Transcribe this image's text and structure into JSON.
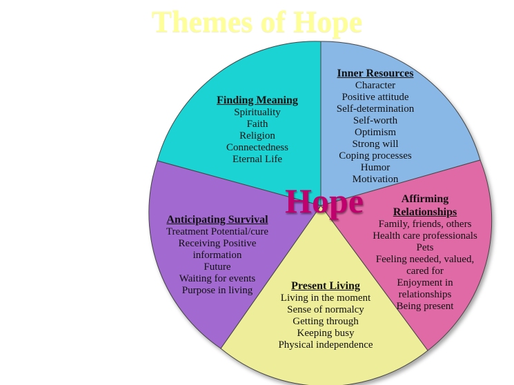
{
  "title": "Themes of Hope",
  "center_label": "Hope",
  "colors": {
    "finding_meaning": "#1fd3d3",
    "inner_resources": "#8ab8e6",
    "affirming_relationships": "#e06aa6",
    "present_living": "#eeee9a",
    "anticipating_survival": "#a26bd0",
    "hope_text": "#c0006c",
    "title_text": "#ffff99"
  },
  "segments": {
    "finding_meaning": {
      "heading": "Finding Meaning",
      "items": [
        "Spirituality",
        "Faith",
        "Religion",
        "Connectedness",
        "Eternal Life"
      ]
    },
    "inner_resources": {
      "heading": "Inner Resources",
      "items": [
        "Character",
        "Positive attitude",
        "Self-determination",
        "Self-worth",
        "Optimism",
        "Strong will",
        "Coping processes",
        "Humor",
        "Motivation"
      ]
    },
    "affirming_relationships": {
      "heading_line1": "Affirming",
      "heading_line2": "Relationships",
      "items": [
        "Family, friends, others",
        "Health care professionals",
        "Pets",
        "Feeling needed, valued,",
        "cared for",
        "Enjoyment in",
        "relationships",
        "Being present"
      ]
    },
    "present_living": {
      "heading": "Present Living",
      "items": [
        "Living in the moment",
        "Sense of normalcy",
        "Getting through",
        "Keeping busy",
        "Physical independence"
      ]
    },
    "anticipating_survival": {
      "heading": "Anticipating Survival",
      "items": [
        "Treatment Potential/cure",
        "Receiving Positive",
        "information",
        "Future",
        "Waiting for events",
        "Purpose in living"
      ]
    }
  }
}
